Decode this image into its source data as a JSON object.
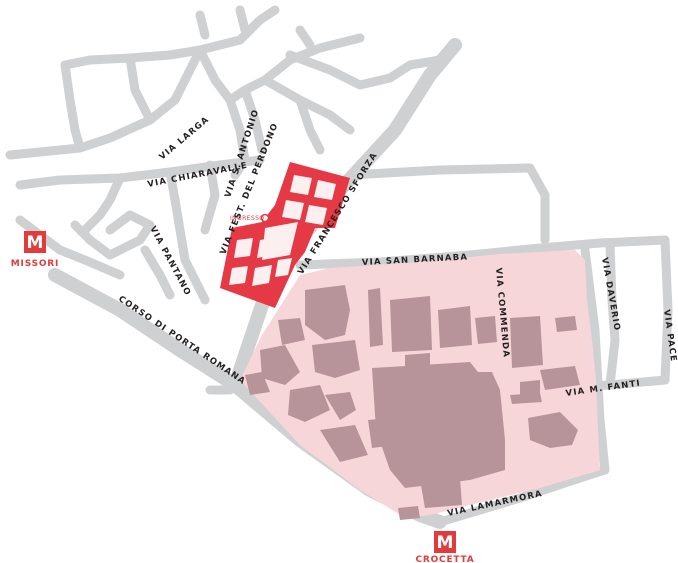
{
  "colors": {
    "road": "#cfd0d2",
    "campus_area": "#f7d6da",
    "campus_building": "#b79499",
    "highlight_building": "#e53a45",
    "metro": "#e23b3b",
    "text": "#231f20"
  },
  "streets": {
    "via_larga": "VIA LARGA",
    "via_chiaravalle": "VIA CHIARAVALLE",
    "via_s_antonio": "VIA S. ANTONIO",
    "via_fest_del_perdono": "VIA FEST. DEL PERDONO",
    "via_francesco_sforza": "VIA FRANCESCO SFORZA",
    "via_pantano": "VIA PANTANO",
    "corso_di_porta_romana": "CORSO DI PORTA ROMANA",
    "via_san_barnaba": "VIA SAN BARNABA",
    "via_commenda": "VIA COMMENDA",
    "via_daverio": "VIA DAVERIO",
    "via_pace": "VIA PACE",
    "via_m_fanti": "VIA M. FANTI",
    "via_lamarmora": "VIA LAMARMORA"
  },
  "entrance_label": "INGRESSO",
  "metro": {
    "missori": {
      "glyph": "M",
      "label": "MISSORI"
    },
    "crocetta": {
      "glyph": "M",
      "label": "CROCETTA"
    }
  }
}
